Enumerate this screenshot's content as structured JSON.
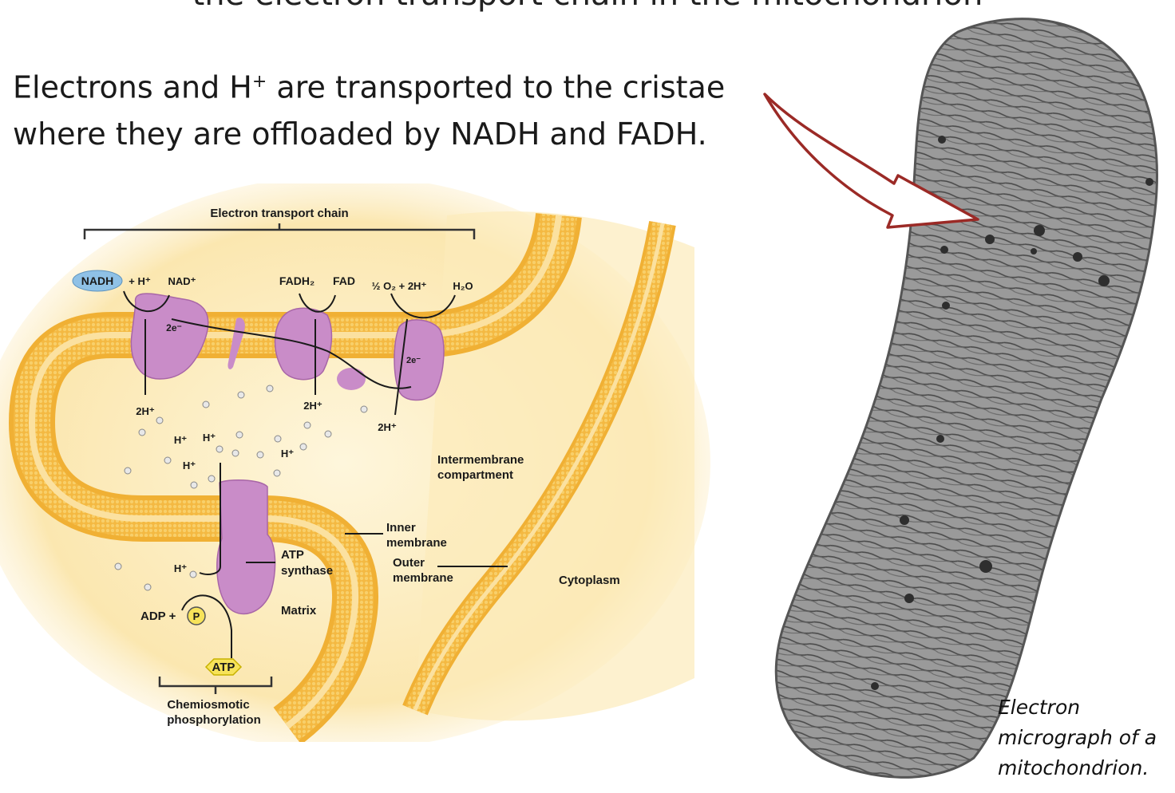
{
  "slide": {
    "title": "the electron transport chain in the mitochondrion",
    "intro_line1_pre": "Electrons and H",
    "intro_line1_sup": "+",
    "intro_line1_post": " are transported to the cristae",
    "intro_line2": "where they are offloaded by NADH and FADH."
  },
  "diagram": {
    "etc_label": "Electron transport chain",
    "nadh": "NADH",
    "h_plus": "+ H⁺",
    "nad_plus": "NAD⁺",
    "fadh2": "FADH₂",
    "fad": "FAD",
    "o2": "½ O₂ + 2H⁺",
    "h2o": "H₂O",
    "two_e1": "2e⁻",
    "two_e2": "2e⁻",
    "two_h1": "2H⁺",
    "two_h2": "2H⁺",
    "two_h3": "2H⁺",
    "h1": "H⁺",
    "h2": "H⁺",
    "h3": "H⁺",
    "h4": "H⁺",
    "h5": "H⁺",
    "intermembrane_1": "Intermembrane",
    "intermembrane_2": "compartment",
    "inner_1": "Inner",
    "inner_2": "membrane",
    "outer_1": "Outer",
    "outer_2": "membrane",
    "atp_synthase_1": "ATP",
    "atp_synthase_2": "synthase",
    "cytoplasm": "Cytoplasm",
    "matrix": "Matrix",
    "adp": "ADP +",
    "p": "P",
    "atp": "ATP",
    "chemiosmotic_1": "Chemiosmotic",
    "chemiosmotic_2": "phosphorylation"
  },
  "micrograph": {
    "caption_line1": "Electron",
    "caption_line2": "micrograph of a",
    "caption_line3": "mitochondrion."
  },
  "colors": {
    "membrane": "#f2b53a",
    "membrane_light": "#fbe3a6",
    "background_glow": "#fdf1cf",
    "protein": "#c98cc8",
    "nadh_badge": "#8fc1e6",
    "arrow": "#9b2a26",
    "micrograph": "#8d8d8d"
  }
}
